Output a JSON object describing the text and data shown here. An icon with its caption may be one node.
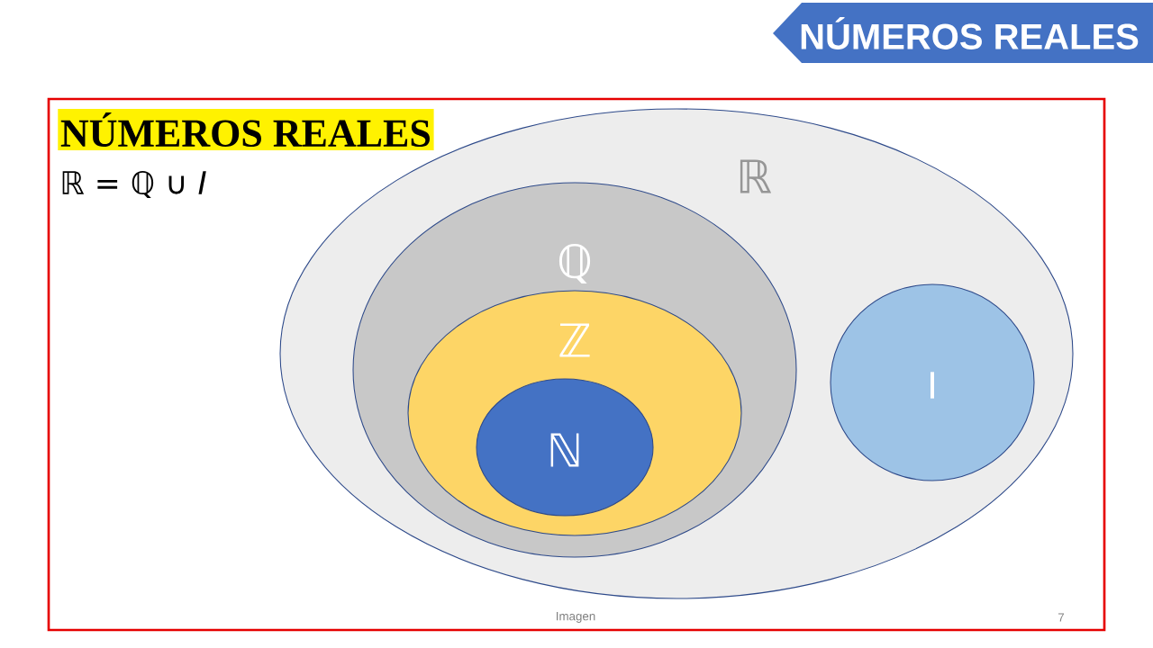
{
  "diagram": {
    "title": "NÚMEROS REALES",
    "nodes": [
      {
        "text": [
          "ℝ"
        ]
      },
      {
        "text": [
          "ℚ"
        ],
        "in": 0
      },
      {
        "text": [
          "ℤ"
        ],
        "in": 1
      },
      {
        "text": [
          "ℕ"
        ],
        "in": 2
      },
      {
        "text": [
          "I"
        ],
        "in": 0
      }
    ],
    "labels": [
      "NÚMEROS REALES",
      "ℝ = ℚ ∪ *I*",
      "Imagen",
      "7"
    ]
  }
}
